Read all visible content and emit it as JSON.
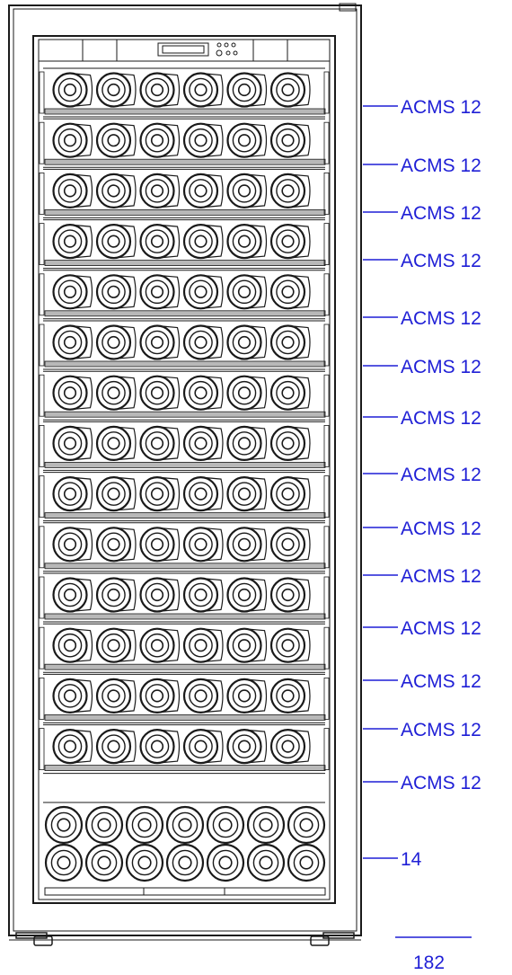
{
  "colors": {
    "line": "#1a1a1a",
    "callout": "#1f1fd6",
    "shelf_rail": "#b8b8b8",
    "background": "#ffffff"
  },
  "callouts": [
    {
      "label": "ACMS 12"
    },
    {
      "label": "ACMS 12"
    },
    {
      "label": "ACMS 12"
    },
    {
      "label": "ACMS 12"
    },
    {
      "label": "ACMS 12"
    },
    {
      "label": "ACMS 12"
    },
    {
      "label": "ACMS 12"
    },
    {
      "label": "ACMS 12"
    },
    {
      "label": "ACMS 12"
    },
    {
      "label": "ACMS 12"
    },
    {
      "label": "ACMS 12"
    },
    {
      "label": "ACMS 12"
    },
    {
      "label": "ACMS 12"
    },
    {
      "label": "ACMS 12"
    },
    {
      "label": "14"
    }
  ],
  "total": {
    "label": "182"
  },
  "shelves": {
    "rows_count": 14,
    "bottles_per_row": 6,
    "bottom_rows": 2,
    "bottles_per_bottom_row": 7
  }
}
